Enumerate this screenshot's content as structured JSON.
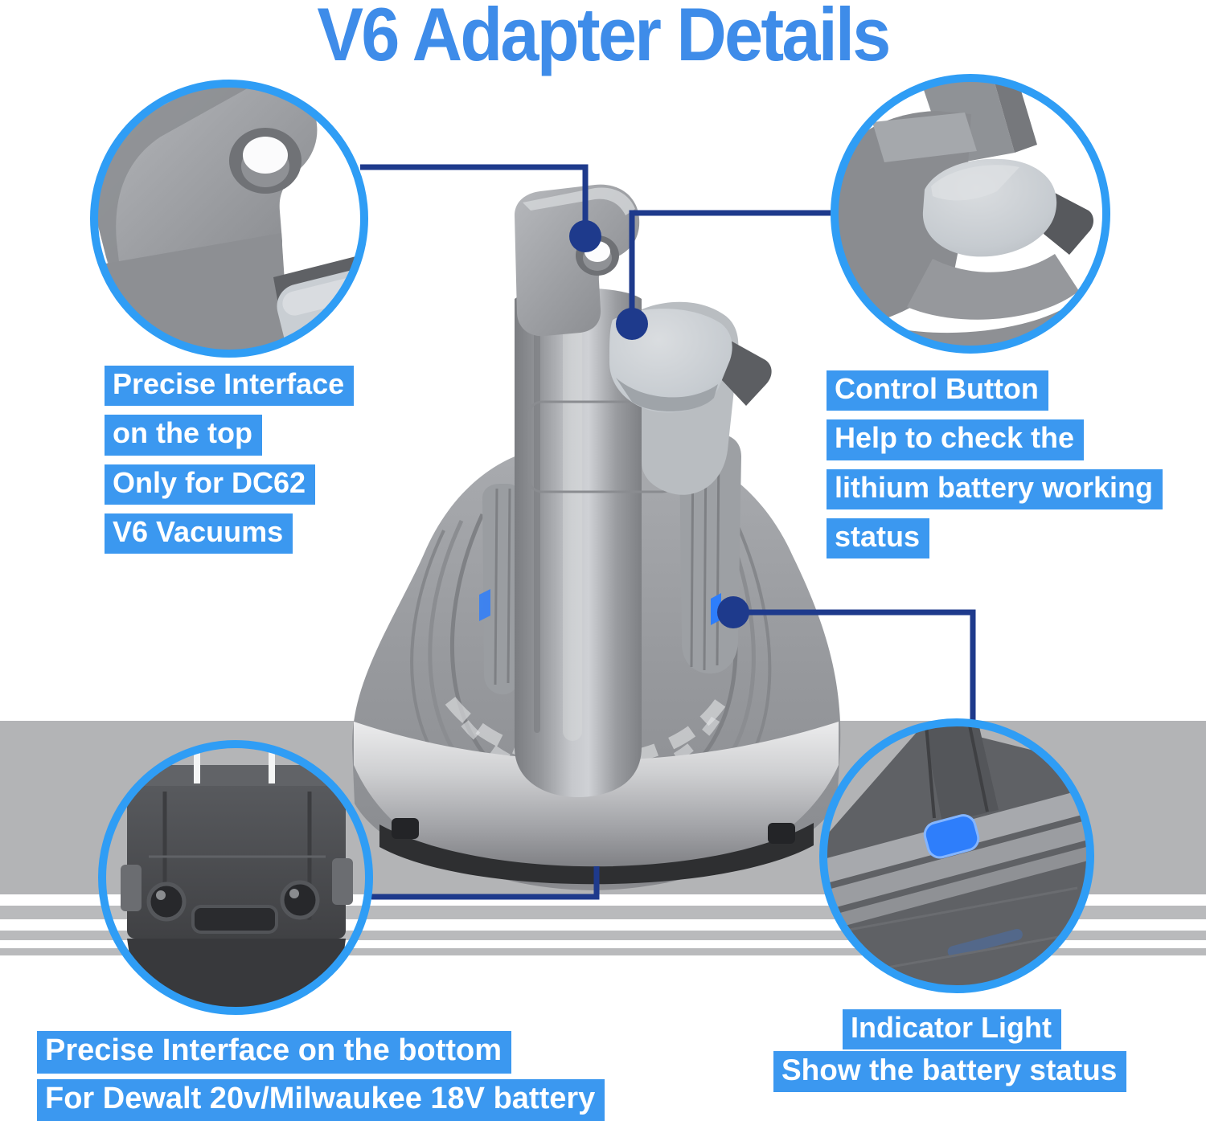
{
  "title": "V6 Adapter Details",
  "colors": {
    "title_blue": "#3e8ce9",
    "label_background": "#3b98f0",
    "label_text": "#ffffff",
    "circle_ring": "#2f9df5",
    "connector_line": "#1e3a8c",
    "indicator_led": "#2e7efb",
    "wall_band_gray": "#b3b4b6",
    "product_gray": "#97999d"
  },
  "callouts": {
    "top_left": {
      "lines": [
        "Precise Interface",
        "on the top",
        "Only for DC62",
        "V6 Vacuums"
      ]
    },
    "top_right": {
      "lines": [
        "Control Button",
        "Help to check the",
        "lithium battery working",
        "status"
      ]
    },
    "bottom_left": {
      "lines": [
        "Precise Interface on the bottom",
        "For Dewalt 20v/Milwaukee 18V battery"
      ]
    },
    "bottom_right": {
      "lines": [
        "Indicator Light",
        "Show the battery status"
      ]
    }
  }
}
